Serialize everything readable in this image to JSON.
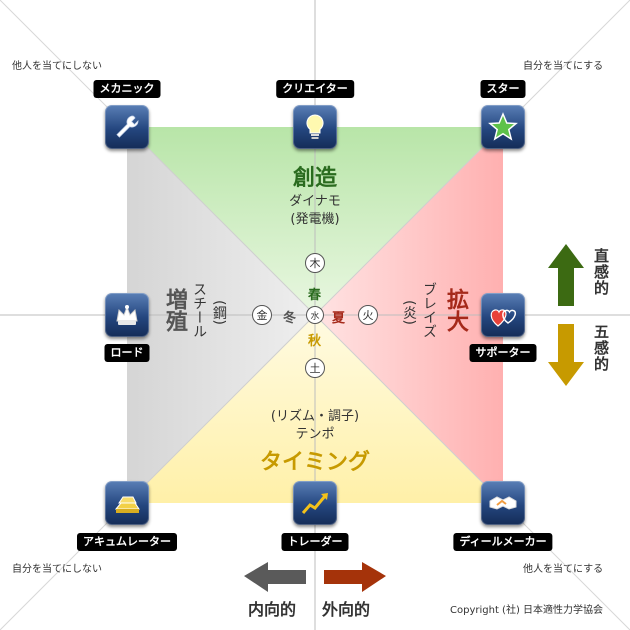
{
  "corners": {
    "top_left_note": "他人を当てにしない",
    "top_right_note": "自分を当てにする",
    "bottom_left_note": "自分を当てにしない",
    "bottom_right_note": "他人を当てにする"
  },
  "icons": {
    "mechanic": "メカニック",
    "creator": "クリエイター",
    "star": "スター",
    "lord": "ロード",
    "supporter": "サポーター",
    "accumulator": "アキュムレーター",
    "trader": "トレーダー",
    "deal_maker": "ディールメーカー"
  },
  "quadrants": {
    "top": {
      "title": "創造",
      "subtitle": "ダイナモ",
      "element": "(発電機)",
      "color": "#2a6b1f"
    },
    "right": {
      "title": "拡大",
      "subtitle": "ブレイズ",
      "element": "(炎)",
      "color": "#a5291a"
    },
    "left": {
      "title": "増殖",
      "subtitle": "スチール",
      "element": "(鋼)",
      "color": "#555555"
    },
    "bottom": {
      "title": "タイミング",
      "subtitle": "テンポ",
      "element": "(リズム・調子)",
      "color": "#c79a00"
    }
  },
  "elements": {
    "wood": "木",
    "fire": "火",
    "metal": "金",
    "earth": "土",
    "water": "水"
  },
  "seasons": {
    "spring": "春",
    "summer": "夏",
    "autumn": "秋",
    "winter": "冬"
  },
  "sides": {
    "upper_right": "直感的",
    "lower_right": "五感的",
    "upper_color": "#3c6a12",
    "lower_color": "#c79a00"
  },
  "bottom_arrows": {
    "introvert": "内向的",
    "extrovert": "外向的",
    "introvert_color": "#5a5a5a",
    "extrovert_color": "#a5330a"
  },
  "copyright": "Copyright (社) 日本適性力学協会"
}
